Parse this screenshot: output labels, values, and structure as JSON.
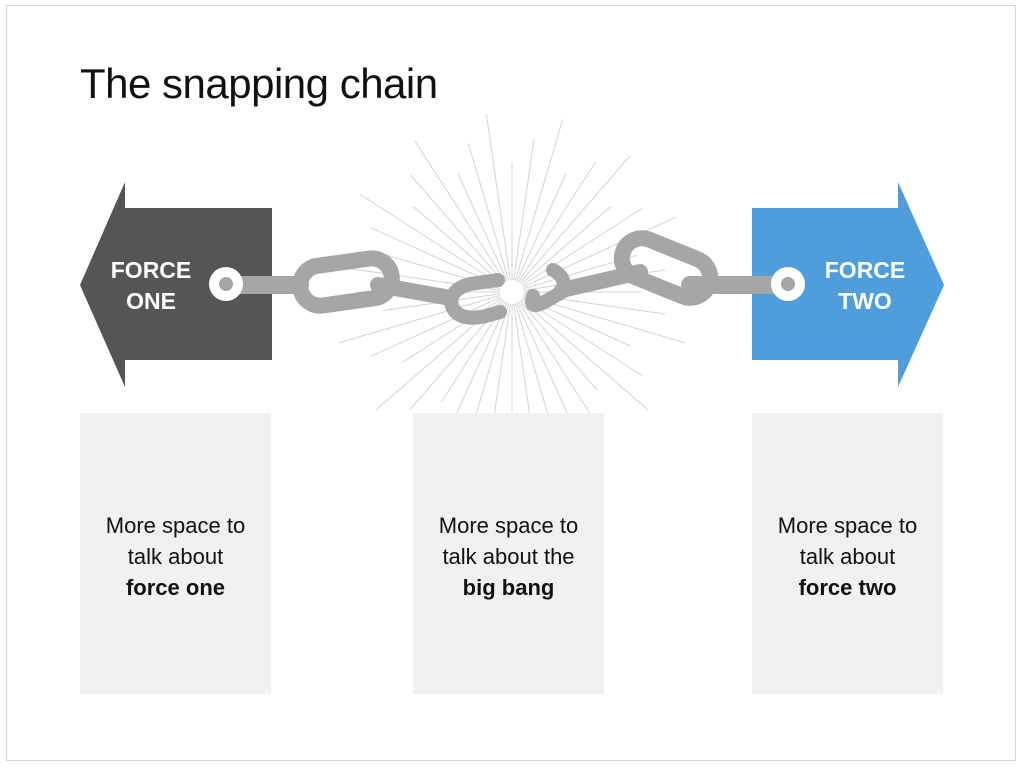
{
  "title": "The snapping chain",
  "colors": {
    "force_one": "#555555",
    "force_two": "#4f9edb",
    "chain": "#a6a6a6",
    "box": "#f1f1f1"
  },
  "force_one": {
    "line1": "FORCE",
    "line2": "ONE"
  },
  "force_two": {
    "line1": "FORCE",
    "line2": "TWO"
  },
  "boxes": [
    {
      "line1": "More space to",
      "line2": "talk about",
      "bold": "force one"
    },
    {
      "line1": "More space to",
      "line2": "talk about the",
      "bold": "big bang"
    },
    {
      "line1": "More space to",
      "line2": "talk about",
      "bold": "force two"
    }
  ]
}
